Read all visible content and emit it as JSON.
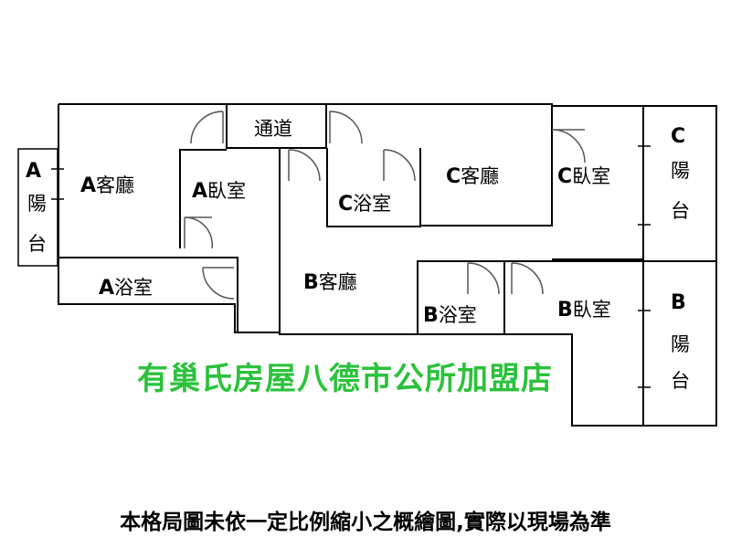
{
  "rooms": {
    "a_living": {
      "letter": "A",
      "name": "客廳"
    },
    "a_bedroom": {
      "letter": "A",
      "name": "臥室"
    },
    "a_bath": {
      "letter": "A",
      "name": "浴室"
    },
    "a_balcony": {
      "letter": "A",
      "c1": "陽",
      "c2": "台"
    },
    "passage": "通道",
    "b_living": {
      "letter": "B",
      "name": "客廳"
    },
    "b_bath": {
      "letter": "B",
      "name": "浴室"
    },
    "b_bedroom": {
      "letter": "B",
      "name": "臥室"
    },
    "b_balcony": {
      "letter": "B",
      "c1": "陽",
      "c2": "台"
    },
    "c_bath": {
      "letter": "C",
      "name": "浴室"
    },
    "c_living": {
      "letter": "C",
      "name": "客廳"
    },
    "c_bedroom": {
      "letter": "C",
      "name": "臥室"
    },
    "c_balcony": {
      "letter": "C",
      "c1": "陽",
      "c2": "台"
    }
  },
  "watermark": "有巢氏房屋八德市公所加盟店",
  "disclaimer": "本格局圖未依一定比例縮小之概繪圖,實際以現場為準",
  "colors": {
    "watermark": "#2bc23b",
    "walls": "#000000"
  }
}
